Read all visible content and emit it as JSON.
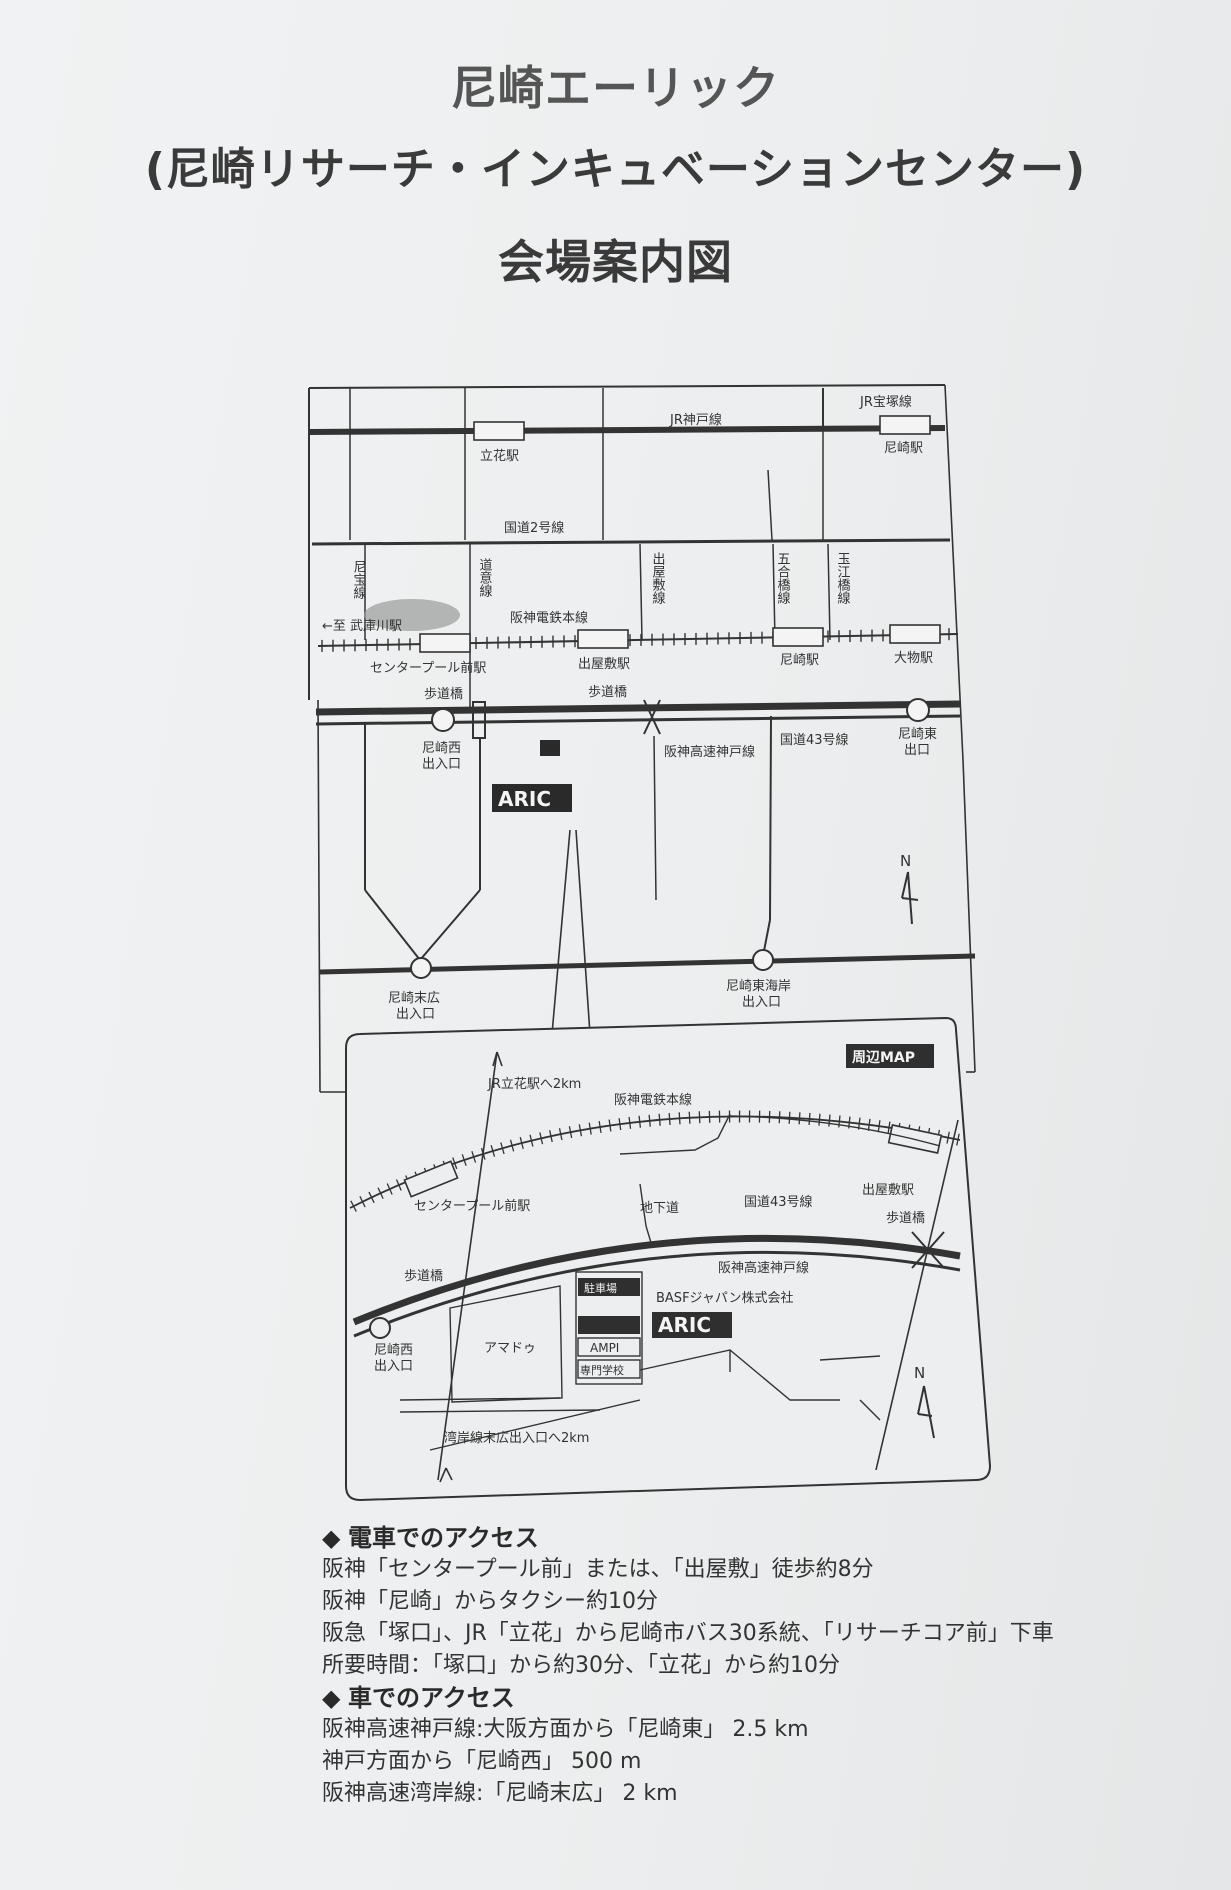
{
  "title": {
    "line1": "尼崎エーリック",
    "line2": "(尼崎リサーチ・インキュベーションセンター)",
    "line3": "会場案内図"
  },
  "map_main": {
    "rail_jr_kobe": "JR神戸線",
    "rail_jr_takarazuka": "JR宝塚線",
    "station_tachibana": "立花駅",
    "station_amagasaki_jr": "尼崎駅",
    "route2": "国道2号線",
    "street_amahou": "尼宝線",
    "street_dousei": "道意線",
    "street_deyashiki": "出屋敷線",
    "street_gogou": "五合橋線",
    "street_tamae": "玉江橋線",
    "arrow_mukogawa": "←至 武庫川駅",
    "rail_hanshin": "阪神電鉄本線",
    "station_centerpool": "センタープール前駅",
    "station_deyashiki": "出屋敷駅",
    "station_amagasaki_hanshin": "尼崎駅",
    "station_daimotsu": "大物駅",
    "footbridge_left": "歩道橋",
    "footbridge_mid": "歩道橋",
    "exit_amagasaki_nishi_1": "尼崎西",
    "exit_amagasaki_nishi_2": "出入口",
    "expressway_kobe": "阪神高速神戸線",
    "route43": "国道43号線",
    "exit_amagasaki_higashi_1": "尼崎東",
    "exit_amagasaki_higashi_2": "出口",
    "aric": "ARIC",
    "north": "N",
    "exit_suehiro_1": "尼崎末広",
    "exit_suehiro_2": "出入口",
    "exit_higashikaigan_1": "尼崎東海岸",
    "exit_higashikaigan_2": "出入口"
  },
  "map_inset": {
    "title": "周辺MAP",
    "to_jr_tachibana": "JR立花駅へ2km",
    "rail_hanshin": "阪神電鉄本線",
    "station_centerpool": "センタープール前駅",
    "station_deyashiki": "出屋敷駅",
    "underpass": "地下道",
    "route43": "国道43号線",
    "footbridge_right": "歩道橋",
    "footbridge_left": "歩道橋",
    "expressway_kobe": "阪神高速神戸線",
    "parking": "駐車場",
    "basf": "BASFジャパン株式会社",
    "aric": "ARIC",
    "amadou": "アマドゥ",
    "ampi": "AMPI",
    "school": "専門学校",
    "exit_amagasaki_nishi_1": "尼崎西",
    "exit_amagasaki_nishi_2": "出入口",
    "to_suehiro": "湾岸線末広出入口へ2km",
    "north": "N"
  },
  "access": {
    "train_heading": "電車でのアクセス",
    "train_lines": [
      "阪神「センタープール前」または、「出屋敷」徒歩約8分",
      "阪神「尼崎」からタクシー約10分",
      "阪急「塚口」、JR「立花」から尼崎市バス30系統、「リサーチコア前」下車",
      "所要時間：「塚口」から約30分、「立花」から約10分"
    ],
    "car_heading": "車でのアクセス",
    "car_lines": [
      "阪神高速神戸線:大阪方面から「尼崎東」 2.5 km",
      "神戸方面から「尼崎西」 500 m",
      "阪神高速湾岸線:「尼崎末広」 2 km"
    ],
    "bullet": "◆"
  }
}
